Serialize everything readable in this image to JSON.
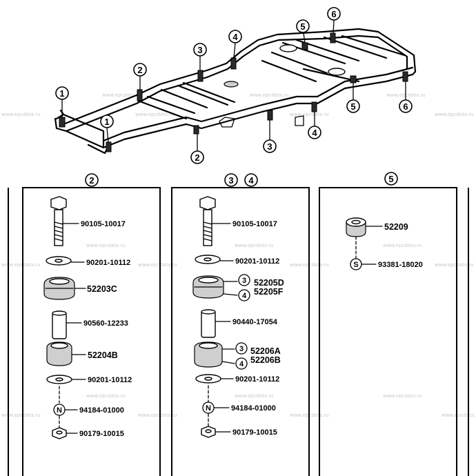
{
  "watermark": "www.epcdata.ru",
  "callouts": {
    "c1a": "1",
    "c1b": "1",
    "c2a": "2",
    "c2b": "2",
    "c3a": "3",
    "c3b": "3",
    "c4a": "4",
    "c4b": "4",
    "c5a": "5",
    "c5b": "5",
    "c6a": "6",
    "c6b": "6"
  },
  "panels": {
    "p2": {
      "header": "2",
      "parts": [
        "90105-10017",
        "90201-10112",
        "52203C",
        "90560-12233",
        "52204B",
        "90201-10112",
        "94184-01000",
        "90179-10015"
      ],
      "symbol_n": "N"
    },
    "p34": {
      "header_a": "3",
      "header_b": "4",
      "parts": [
        "90105-10017",
        "90201-10112",
        "52205D",
        "52205F",
        "90440-17054",
        "52206A",
        "52206B",
        "90201-10112",
        "94184-01000",
        "90179-10015"
      ],
      "variant_a": "3",
      "variant_b": "4",
      "variant_c": "3",
      "variant_d": "4",
      "symbol_n": "N"
    },
    "p5": {
      "header": "5",
      "parts": [
        "52209",
        "93381-18020"
      ],
      "symbol_s": "S"
    }
  }
}
